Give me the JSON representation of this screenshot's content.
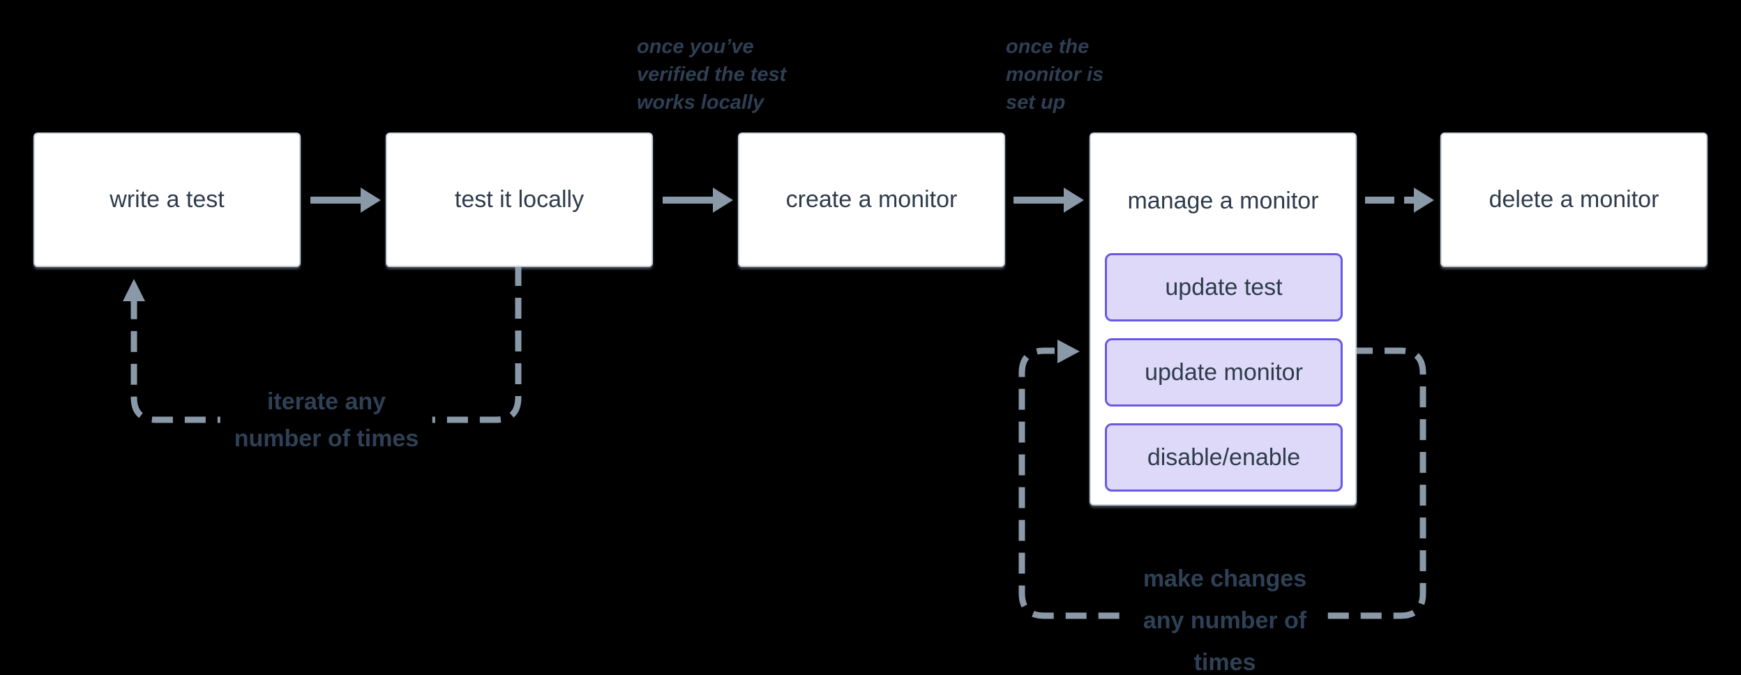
{
  "boxes": {
    "write_test": {
      "label": "write a test"
    },
    "test_locally": {
      "label": "test it locally"
    },
    "create_monitor": {
      "label": "create a monitor"
    },
    "manage_monitor": {
      "label": "manage a monitor",
      "items": [
        {
          "label": "update test"
        },
        {
          "label": "update monitor"
        },
        {
          "label": "disable/enable"
        }
      ]
    },
    "delete_monitor": {
      "label": "delete a monitor"
    }
  },
  "notes": {
    "verified_locally": {
      "lines": [
        "once you’ve",
        "verified the test",
        "works locally"
      ]
    },
    "monitor_setup": {
      "lines": [
        "once the",
        "monitor is",
        "set up"
      ]
    }
  },
  "loop_labels": {
    "iterate": {
      "lines": [
        "iterate any",
        "number of times"
      ]
    },
    "make_changes": {
      "lines": [
        "make changes",
        "any number of",
        "times"
      ]
    }
  },
  "colors": {
    "background": "#000000",
    "box_fill": "#ffffff",
    "box_border": "#c7d1db",
    "box_text": "#2e3b4b",
    "connector": "#8a99a8",
    "button_fill": "#ded9f8",
    "button_border": "#6759e3",
    "note_text": "#2f3f54",
    "loop_label_text": "#2f4156"
  }
}
